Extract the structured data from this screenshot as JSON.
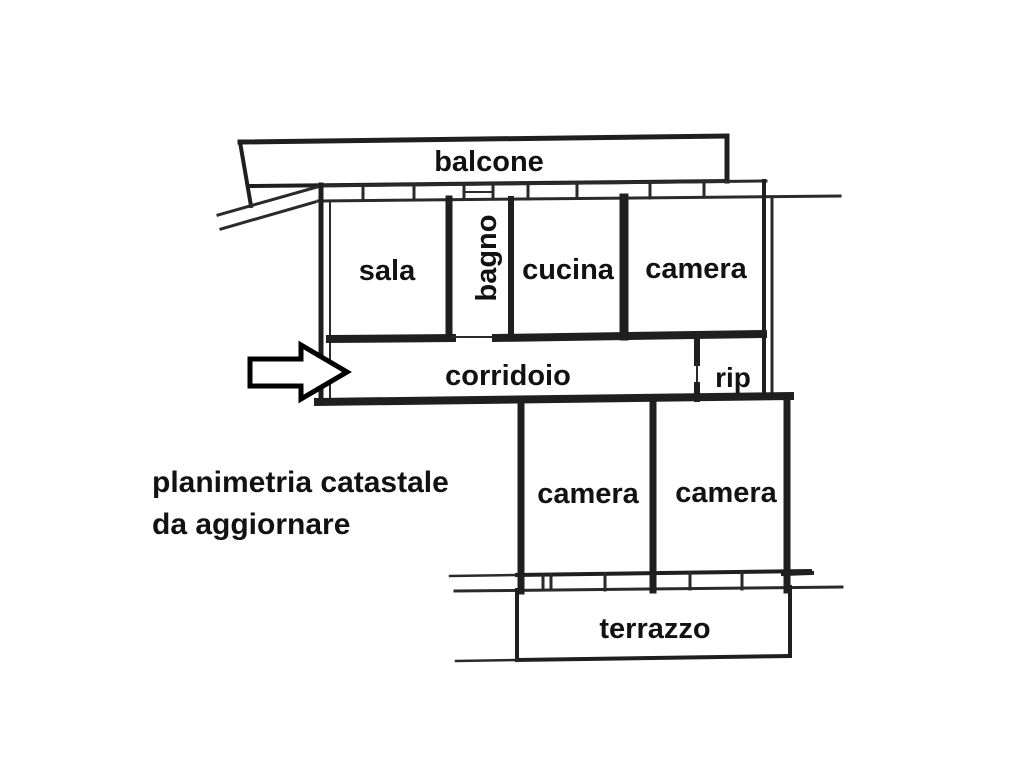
{
  "canvas": {
    "background": "#ffffff",
    "ink": "#1f1f1f",
    "text_color": "#121212"
  },
  "rooms": {
    "balcone": "balcone",
    "sala": "sala",
    "bagno": "bagno",
    "cucina": "cucina",
    "camera_top": "camera",
    "corridoio": "corridoio",
    "rip": "rip",
    "camera_bottom_left": "camera",
    "camera_bottom_right": "camera",
    "terrazzo": "terrazzo"
  },
  "annotation": {
    "line1": "planimetria catastale",
    "line2": "da aggiornare"
  },
  "icons": {
    "arrow": "highlight-arrow"
  }
}
